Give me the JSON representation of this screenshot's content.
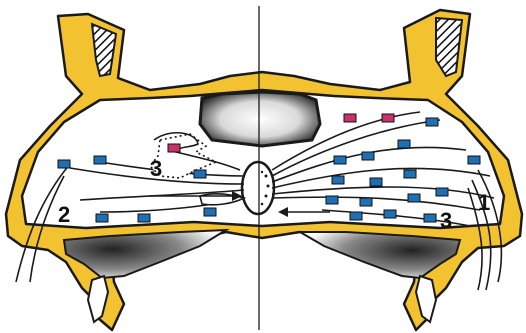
{
  "labels": {
    "one": "1",
    "two": "2",
    "three_left": "3",
    "three_right": "3"
  },
  "colors": {
    "bone": "#f2c230",
    "outline": "#1a1a1a",
    "blue_marker": "#1f6fb5",
    "red_marker": "#c8326b",
    "background": "#ffffff"
  },
  "icons": {
    "blue_marker": "blue-rectangle-marker",
    "red_marker": "red-rectangle-marker"
  }
}
